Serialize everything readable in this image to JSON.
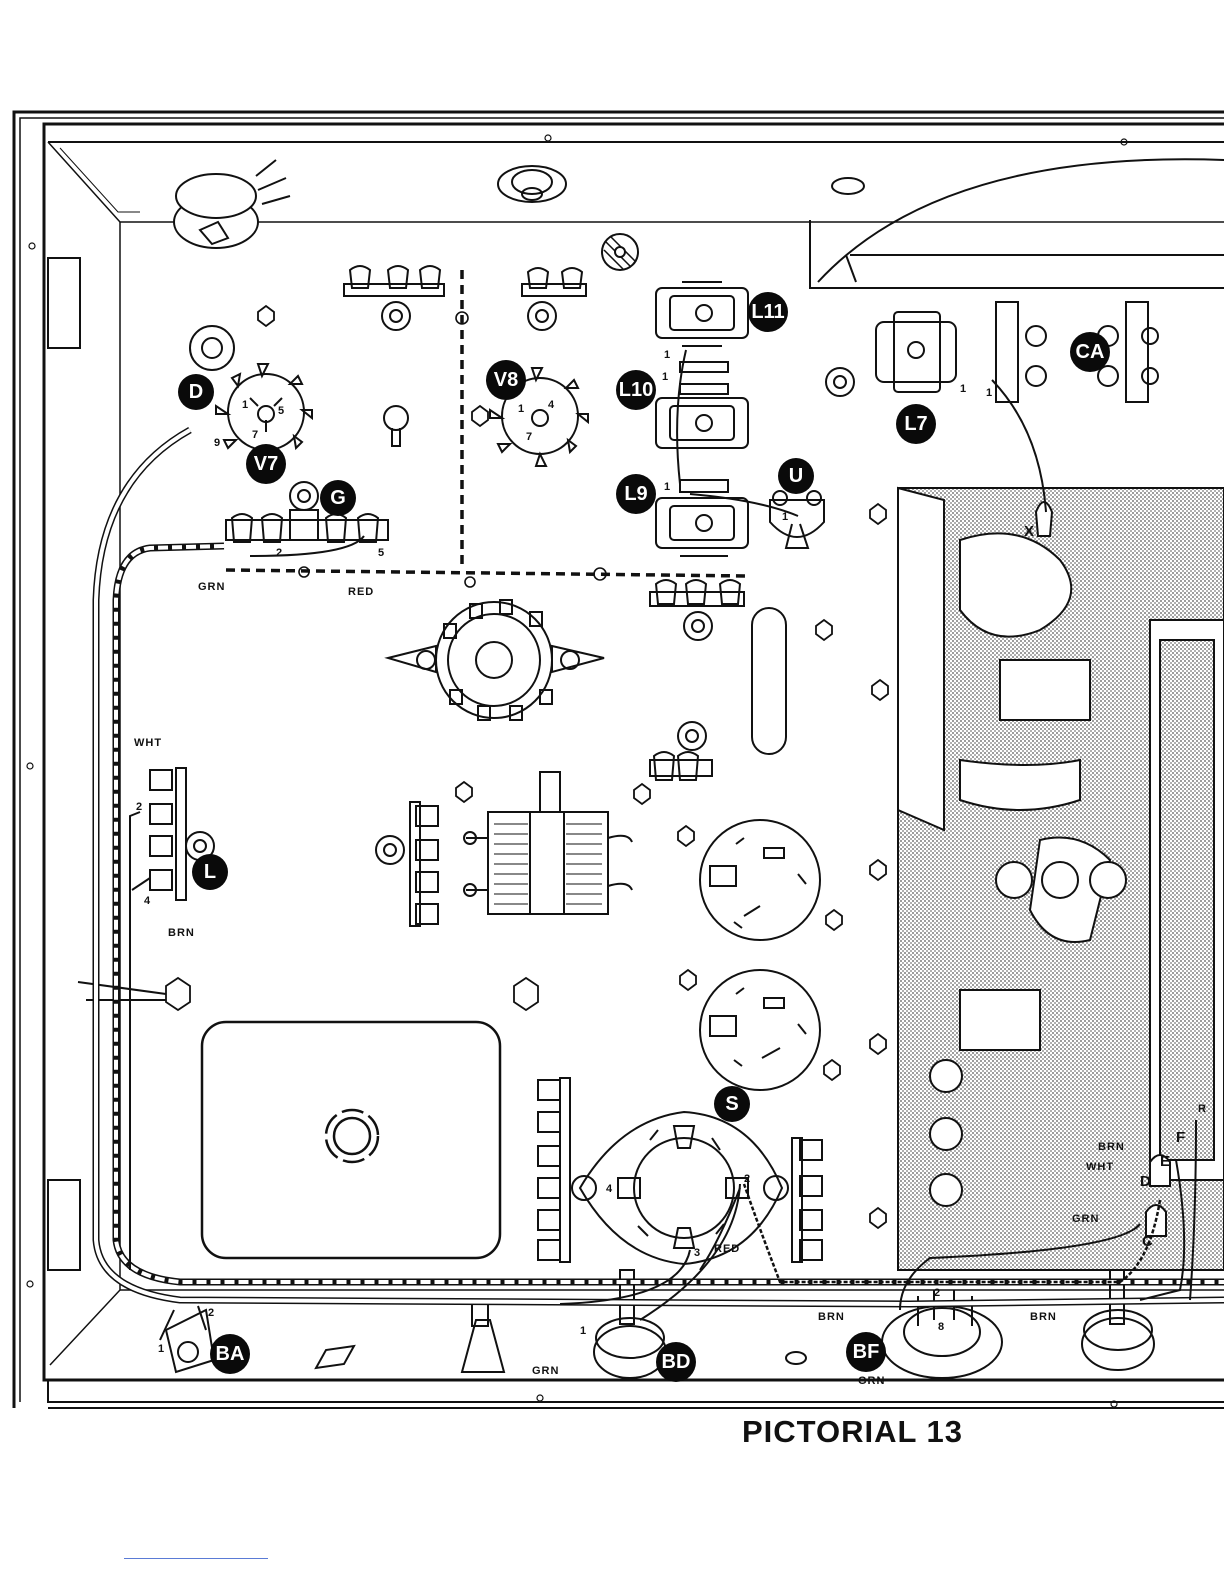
{
  "caption": "PICTORIAL 13",
  "callouts": {
    "D": "D",
    "V7": "V7",
    "G": "G",
    "V8": "V8",
    "L11": "L11",
    "L10": "L10",
    "L9": "L9",
    "U": "U",
    "L7": "L7",
    "CA": "CA",
    "L": "L",
    "S": "S",
    "BA": "BA",
    "BD": "BD",
    "BF": "BF"
  },
  "wire_labels": {
    "grn_g": "GRN",
    "red_g": "RED",
    "wht_l": "WHT",
    "brn_l": "BRN",
    "red_s": "RED",
    "brn_bottom1": "BRN",
    "brn_bottom2": "BRN",
    "grn_ba": "GRN",
    "grn_bf": "GRN",
    "brn_right": "BRN",
    "wht_right": "WHT",
    "grn_right": "GRN",
    "r_right": "R"
  },
  "terminal_letters": {
    "x": "X",
    "c": "C",
    "d": "D",
    "e": "E",
    "f": "F"
  },
  "pin_numbers": {
    "v7_1": "1",
    "v7_5": "5",
    "v7_7": "7",
    "v7_9": "9",
    "v8_1": "1",
    "v8_4": "4",
    "v8_7": "7",
    "g_2": "2",
    "g_5": "5",
    "l_2": "2",
    "l_4": "4",
    "s_2": "2",
    "s_3": "3",
    "s_4": "4",
    "ba_1": "1",
    "ba_2": "2",
    "bd_1": "1",
    "bf_2": "2",
    "bf_8": "8",
    "l10_1": "1",
    "l11_1": "1",
    "l9_1": "1",
    "l7_1a": "1",
    "l7_1b": "1",
    "u_1": "1"
  }
}
